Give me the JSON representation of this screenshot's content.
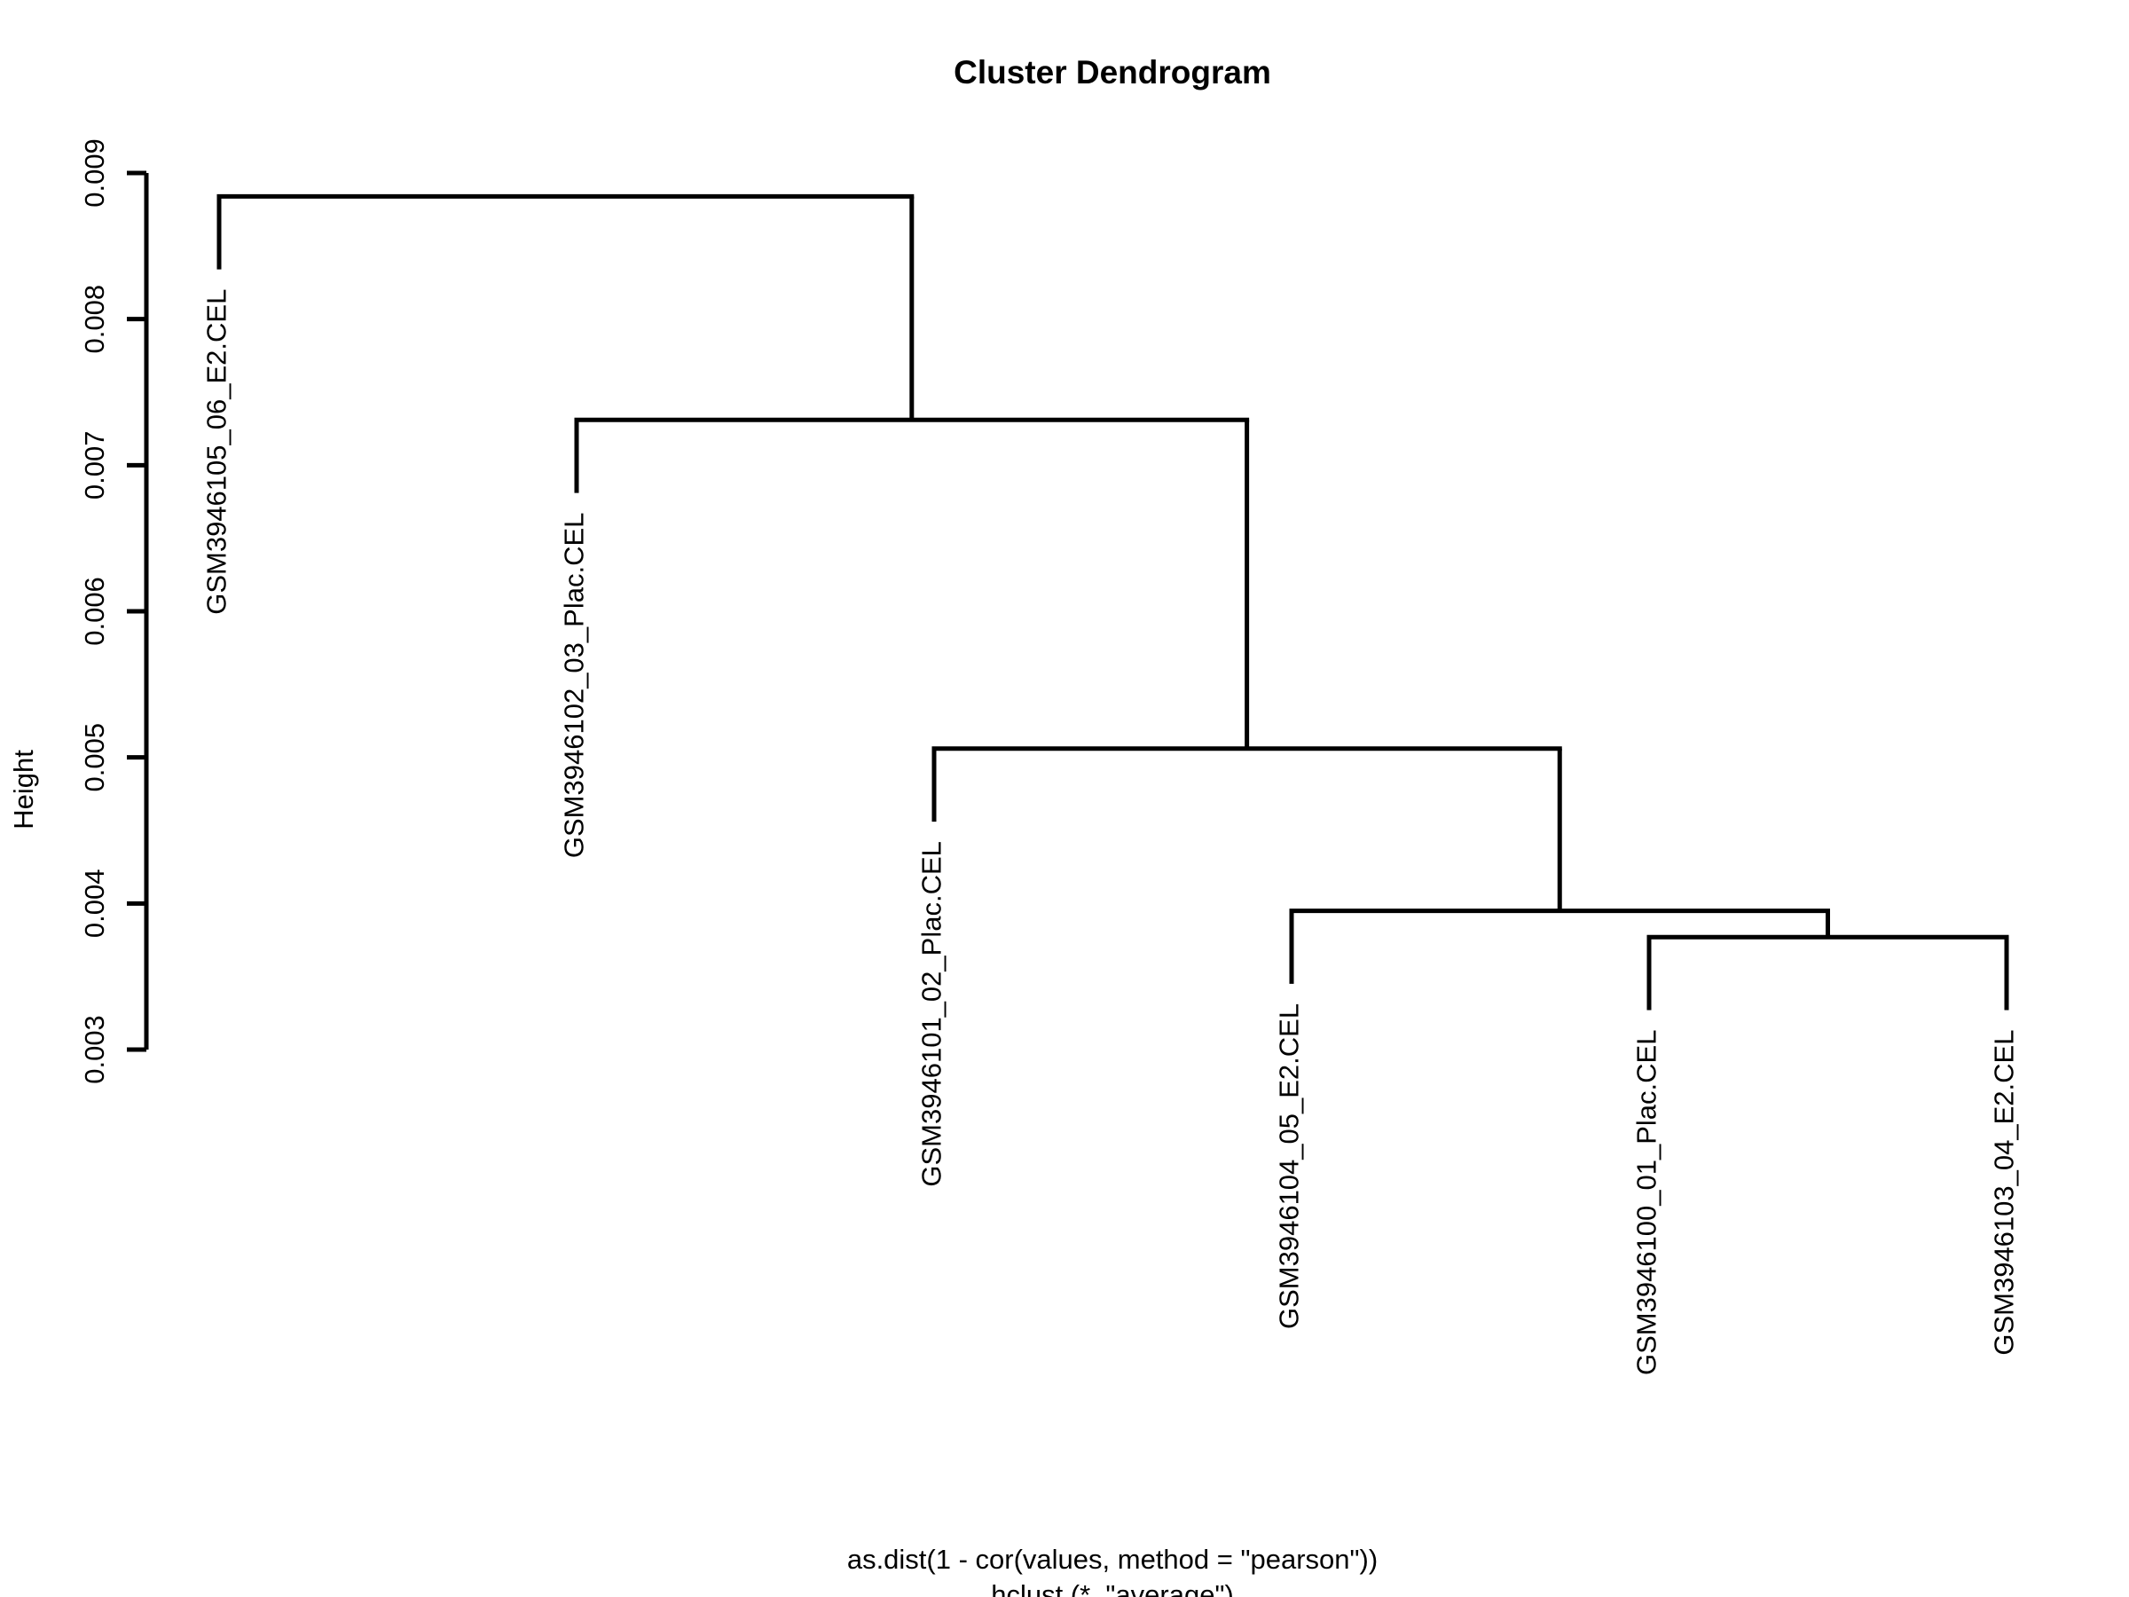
{
  "chart_data": {
    "type": "dendrogram",
    "title": "Cluster Dendrogram",
    "ylabel": "Height",
    "xlabel_line1": "as.dist(1 - cor(values, method = \"pearson\"))",
    "xlabel_line2": "hclust (*, \"average\")",
    "ylim": [
      0.003,
      0.009
    ],
    "yticks": [
      0.003,
      0.004,
      0.005,
      0.006,
      0.007,
      0.008,
      0.009
    ],
    "ytick_labels": [
      "0.003",
      "0.004",
      "0.005",
      "0.006",
      "0.007",
      "0.008",
      "0.009"
    ],
    "hang": 0.0005,
    "leaves": [
      "GSM3946105_06_E2.CEL",
      "GSM3946102_03_Plac.CEL",
      "GSM3946101_02_Plac.CEL",
      "GSM3946104_05_E2.CEL",
      "GSM3946100_01_Plac.CEL",
      "GSM3946103_04_E2.CEL"
    ],
    "merges": [
      {
        "left": "leaf:4",
        "right": "leaf:5",
        "height": 0.00377
      },
      {
        "left": "leaf:3",
        "right": "node:0",
        "height": 0.00395
      },
      {
        "left": "leaf:2",
        "right": "node:1",
        "height": 0.00506
      },
      {
        "left": "leaf:1",
        "right": "node:2",
        "height": 0.00731
      },
      {
        "left": "leaf:0",
        "right": "node:3",
        "height": 0.00884
      }
    ]
  }
}
